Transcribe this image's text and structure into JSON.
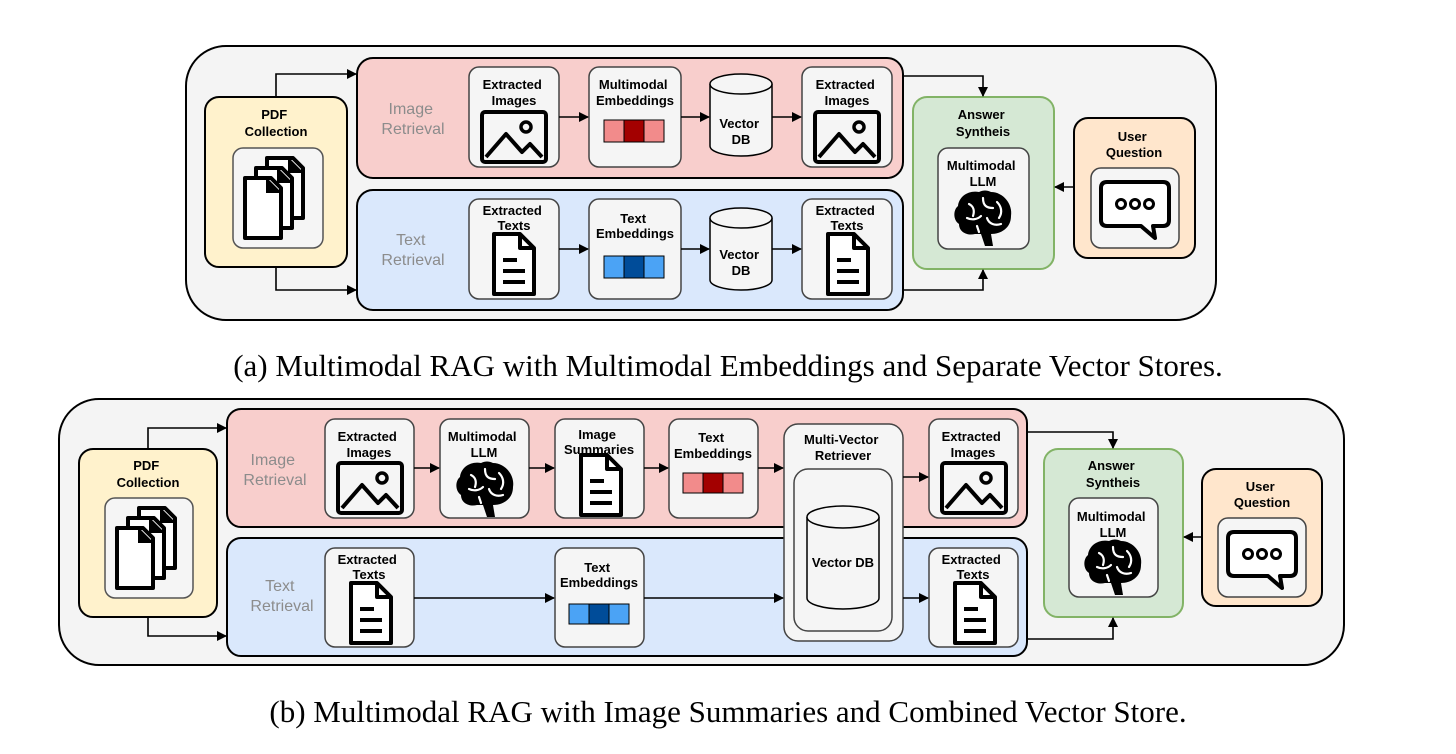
{
  "colors": {
    "outer_fill": "#f4f4f4",
    "pdf_fill": "#fff2cc",
    "pdf_stroke": "#d6b656",
    "image_band_fill": "#f8cecc",
    "text_band_fill": "#dae8fc",
    "answer_fill": "#d5e8d4",
    "answer_stroke": "#82b366",
    "user_fill": "#ffe6cc",
    "user_stroke": "#d79b00",
    "node_fill": "#f5f5f5",
    "node_stroke": "#666666",
    "embed_red_light": "#f28b8b",
    "embed_red_dark": "#a30000",
    "embed_blue_light": "#4ba3f5",
    "embed_blue_dark": "#004c99",
    "band_label": "#8c8c8c"
  },
  "a": {
    "pdf_label": [
      "PDF",
      "Collection"
    ],
    "image_retrieval_label": [
      "Image",
      "Retrieval"
    ],
    "text_retrieval_label": [
      "Text",
      "Retrieval"
    ],
    "extracted_images": [
      "Extracted",
      "Images"
    ],
    "multimodal_embeddings": [
      "Multimodal",
      "Embeddings"
    ],
    "vector_db": [
      "Vector",
      "DB"
    ],
    "extracted_texts": [
      "Extracted",
      "Texts"
    ],
    "text_embeddings": [
      "Text",
      "Embeddings"
    ],
    "answer_synthesis": [
      "Answer",
      "Syntheis"
    ],
    "multimodal_llm": [
      "Multimodal",
      "LLM"
    ],
    "user_question": [
      "User",
      "Question"
    ],
    "caption": "(a) Multimodal RAG with Multimodal Embeddings and Separate Vector Stores."
  },
  "b": {
    "pdf_label": [
      "PDF",
      "Collection"
    ],
    "image_retrieval_label": [
      "Image",
      "Retrieval"
    ],
    "text_retrieval_label": [
      "Text",
      "Retrieval"
    ],
    "extracted_images": [
      "Extracted",
      "Images"
    ],
    "multimodal_llm_node": [
      "Multimodal",
      "LLM"
    ],
    "image_summaries": [
      "Image",
      "Summaries"
    ],
    "text_embeddings": [
      "Text",
      "Embeddings"
    ],
    "multi_vector_retriever": [
      "Multi-Vector",
      "Retriever"
    ],
    "vector_db": "Vector DB",
    "extracted_texts": [
      "Extracted",
      "Texts"
    ],
    "answer_synthesis": [
      "Answer",
      "Syntheis"
    ],
    "multimodal_llm": [
      "Multimodal",
      "LLM"
    ],
    "user_question": [
      "User",
      "Question"
    ],
    "caption": "(b) Multimodal RAG with Image Summaries and Combined Vector Store."
  }
}
